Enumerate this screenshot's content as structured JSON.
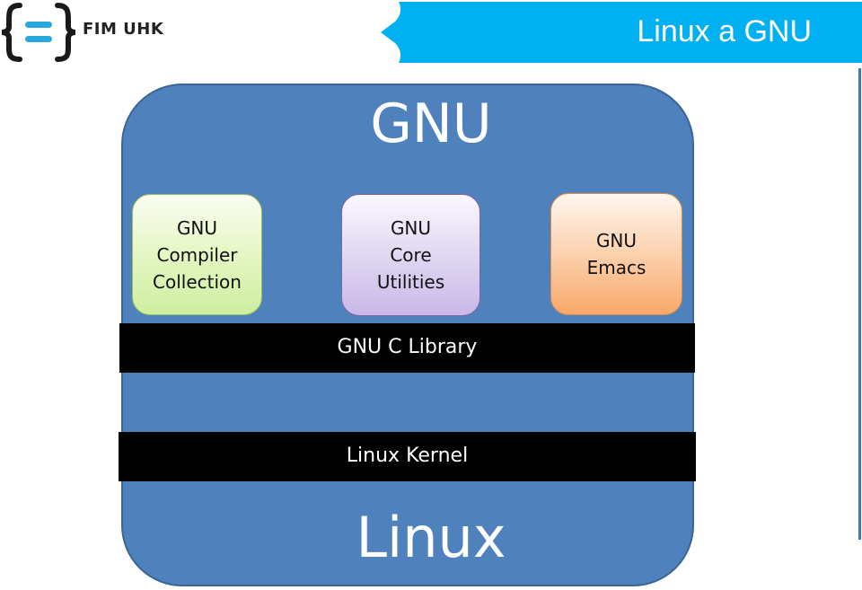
{
  "header": {
    "logo_text": "FIM UHK",
    "title": "Linux a GNU"
  },
  "diagram": {
    "outer_label": "GNU",
    "bottom_label": "Linux",
    "components": {
      "gcc": "GNU\nCompiler\nCollection",
      "coreutils": "GNU\nCore\nUtilities",
      "emacs": "GNU\nEmacs"
    },
    "layers": {
      "c_library": "GNU C Library",
      "kernel": "Linux Kernel"
    }
  },
  "colors": {
    "banner": "#00b0f0",
    "diagram_fill": "#4f81bd",
    "logo_accent": "#29a8e0"
  }
}
